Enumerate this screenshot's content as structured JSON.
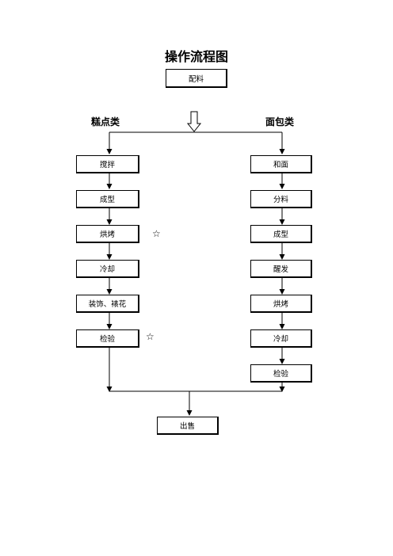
{
  "title": "操作流程图",
  "start": "配料",
  "left_branch": {
    "label": "糕点类",
    "steps": [
      "搅拌",
      "成型",
      "烘烤",
      "冷却",
      "装饰、裱花",
      "检验"
    ]
  },
  "right_branch": {
    "label": "面包类",
    "steps": [
      "和面",
      "分料",
      "成型",
      "醒发",
      "烘烤",
      "冷却",
      "检验"
    ]
  },
  "end": "出售",
  "marker": "☆"
}
